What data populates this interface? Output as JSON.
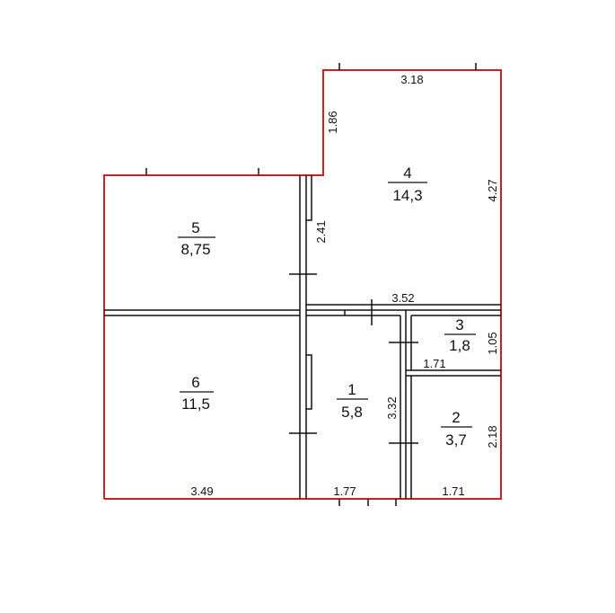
{
  "colors": {
    "outline": "#cc1f1f",
    "wall": "#111111",
    "background": "#ffffff"
  },
  "rooms": [
    {
      "number": "1",
      "area": "5,8"
    },
    {
      "number": "2",
      "area": "3,7"
    },
    {
      "number": "3",
      "area": "1,8"
    },
    {
      "number": "4",
      "area": "14,3"
    },
    {
      "number": "5",
      "area": "8,75"
    },
    {
      "number": "6",
      "area": "11,5"
    }
  ],
  "dimensions": {
    "top_width": "3.18",
    "upper_step": "1.86",
    "room4_height": "4.27",
    "room5_wall": "2.41",
    "corridor_width": "3.52",
    "room3_height": "1.05",
    "room3_width": "1.71",
    "room1_depth": "3.32",
    "room2_height": "2.18",
    "bottom_room6": "3.49",
    "bottom_room1": "1.77",
    "bottom_room2": "1.71"
  }
}
